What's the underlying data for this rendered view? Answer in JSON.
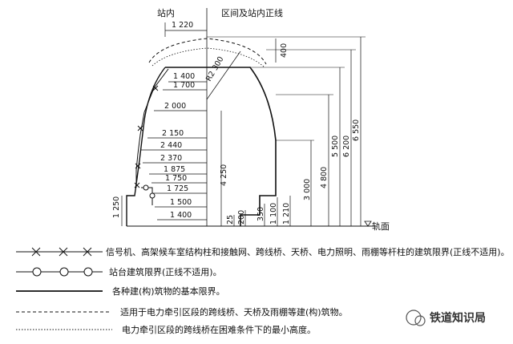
{
  "header": {
    "left_title": "站内",
    "right_title": "区间及站内正线"
  },
  "dimensions": {
    "top_width": "1 220",
    "dome_rise": "400",
    "radius": "R2 300",
    "h_1400_top": "1 400",
    "h_1700": "1 700",
    "h_2000": "2 000",
    "h_2150": "2 150",
    "h_2440": "2 440",
    "h_2370": "2 370",
    "h_1875": "1 875",
    "h_1750": "1 750",
    "h_1725": "1 725",
    "h_1500": "1 500",
    "h_1400_bottom": "1 400",
    "v_1250": "1 250",
    "v_4250": "4 250",
    "v_25": "25",
    "v_200": "200",
    "v_350": "350",
    "v_1100": "1 100",
    "v_1210": "1 210",
    "v_3000": "3 000",
    "v_4800": "4 800",
    "v_5500": "5 500",
    "v_6200": "6 200",
    "v_6550": "6 550"
  },
  "rail_label": "轨面",
  "legend": {
    "cross_line": "信号机、高架候车室结构柱和接触网、跨线桥、天桥、电力照明、雨棚等杆柱的建筑限界(正线不适用)。",
    "circle_line": "站台建筑限界(正线不适用)。",
    "solid_line": "各种建(构)筑物的基本限界。",
    "dashed_line": "适用于电力牵引区段的跨线桥、天桥及雨棚等建(构)筑物。",
    "dotted_line": "电力牵引区段的跨线桥在困难条件下的最小高度。"
  },
  "watermark": "铁道知识局"
}
